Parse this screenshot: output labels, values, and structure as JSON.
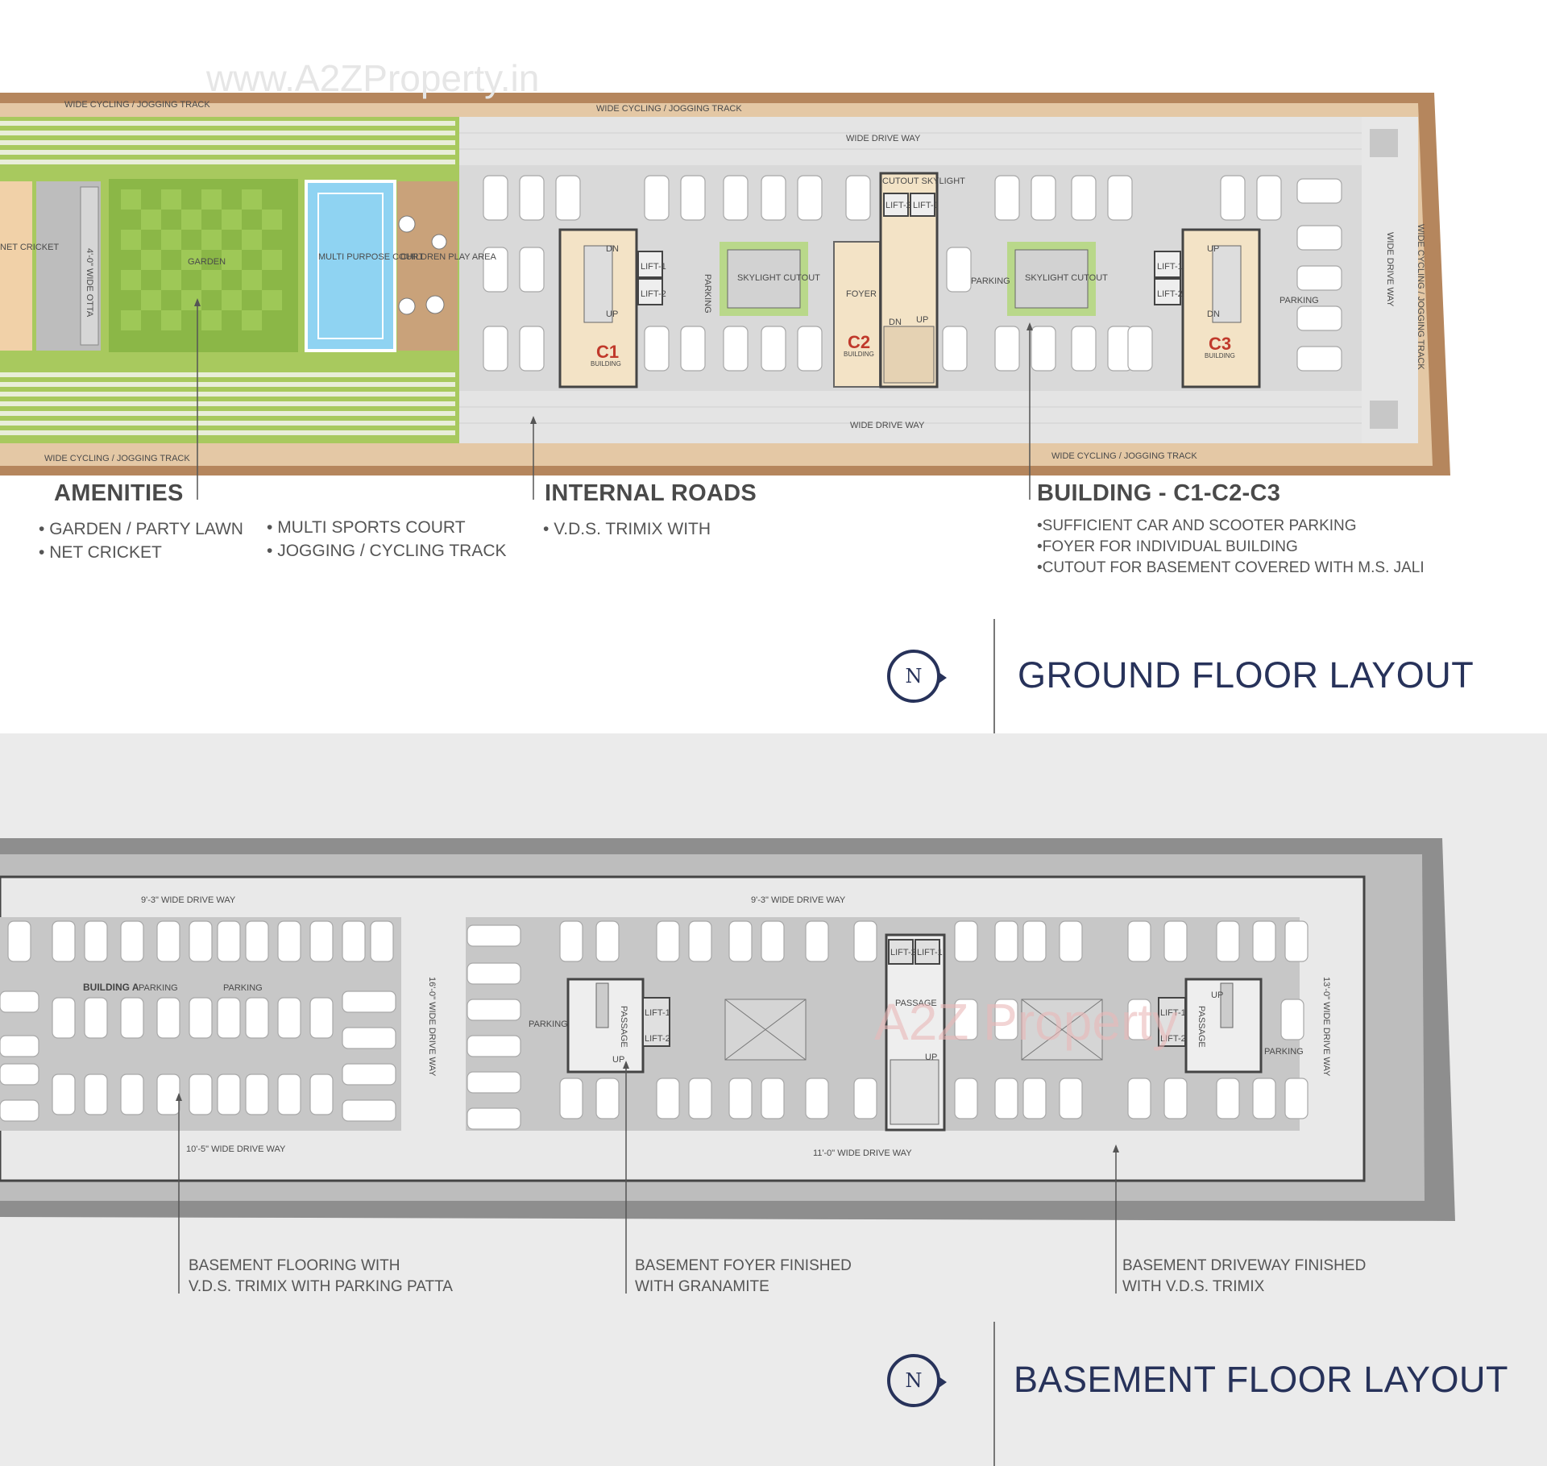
{
  "watermarks": {
    "site": "www.A2ZProperty.in",
    "brand": "A2Z Property"
  },
  "ground": {
    "labels": {
      "jog_tl": "WIDE CYCLING / JOGGING TRACK",
      "jog_tc": "WIDE CYCLING / JOGGING TRACK",
      "jog_bl": "WIDE CYCLING / JOGGING TRACK",
      "jog_br": "WIDE CYCLING / JOGGING TRACK",
      "jog_r": "WIDE CYCLING / JOGGING TRACK",
      "drive_top": "WIDE DRIVE WAY",
      "drive_bottom": "WIDE DRIVE WAY",
      "drive_right": "WIDE DRIVE WAY",
      "net_cricket": "NET CRICKET",
      "otta": "4'-0\" WIDE OTTA",
      "garden": "GARDEN",
      "court": "MULTI PURPOSE COURT",
      "play_area": "CHILDREN PLAY AREA",
      "skylight1": "SKYLIGHT CUTOUT",
      "skylight2": "SKYLIGHT CUTOUT",
      "cutout_skylight": "CUTOUT SKYLIGHT",
      "foyer": "FOYER",
      "parking1": "PARKING",
      "parking2": "PARKING",
      "parking3": "PARKING",
      "lift1": "LIFT-1",
      "lift2": "LIFT-2",
      "up": "UP",
      "dn": "DN",
      "c1": "C1",
      "c2": "C2",
      "c3": "C3",
      "building": "BUILDING"
    },
    "amenities": {
      "heading": "AMENITIES",
      "col1": [
        "GARDEN / PARTY LAWN",
        "NET CRICKET"
      ],
      "col2": [
        "MULTI SPORTS COURT",
        "JOGGING / CYCLING TRACK"
      ]
    },
    "roads": {
      "heading": "INTERNAL ROADS",
      "items": [
        "V.D.S. TRIMIX WITH"
      ]
    },
    "building": {
      "heading": "BUILDING - C1-C2-C3",
      "items": [
        "SUFFICIENT CAR  AND SCOOTER PARKING",
        "FOYER FOR INDIVIDUAL BUILDING",
        "CUTOUT FOR BASEMENT COVERED WITH M.S. JALI"
      ]
    },
    "compass": "N",
    "title": "GROUND FLOOR LAYOUT"
  },
  "basement": {
    "labels": {
      "drive_top_left": "9'-3\" WIDE DRIVE WAY",
      "drive_top_right": "9'-3\" WIDE DRIVE WAY",
      "drive_bottom_left": "10'-5\" WIDE DRIVE WAY",
      "drive_bottom_right": "11'-0\" WIDE DRIVE WAY",
      "drive_mid": "16'-0\" WIDE DRIVE WAY",
      "drive_right": "13'-0\" WIDE DRIVE WAY",
      "building_a": "BUILDING A",
      "parking_a1": "PARKING",
      "parking_a2": "PARKING",
      "parking_b1": "PARKING",
      "parking_b2": "PARKING",
      "passage1": "PASSAGE",
      "passage2": "PASSAGE",
      "passage3": "PASSAGE",
      "lift1": "LIFT-1",
      "lift2": "LIFT-2",
      "up": "UP"
    },
    "notes": {
      "n1": [
        "BASEMENT FLOORING WITH",
        "V.D.S. TRIMIX WITH PARKING PATTA"
      ],
      "n2": [
        "BASEMENT FOYER FINISHED",
        "WITH GRANAMITE"
      ],
      "n3": [
        "BASEMENT DRIVEWAY FINISHED",
        "WITH V.D.S. TRIMIX"
      ]
    },
    "compass": "N",
    "title": "BASEMENT FLOOR LAYOUT"
  },
  "colors": {
    "navy": "#27325a",
    "lawn": "#9bc24a",
    "court": "#8fd3f2",
    "track": "#b5865d",
    "paving": "#d8d8d8"
  }
}
